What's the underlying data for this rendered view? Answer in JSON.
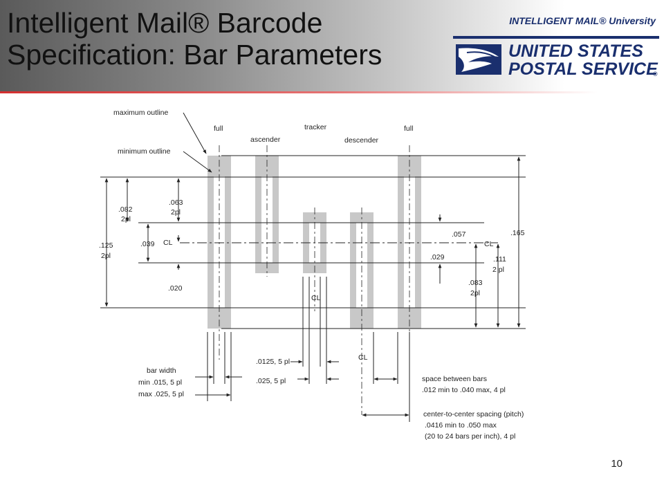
{
  "header": {
    "title_line1": "Intelligent Mail® Barcode",
    "title_line2": "Specification: Bar Parameters",
    "university": "INTELLIGENT MAIL® University"
  },
  "logo": {
    "line1": "UNITED STATES",
    "line2": "POSTAL SERVICE",
    "reg": "®",
    "brand_color": "#1a2f6e",
    "accent_color": "#e0e0e0"
  },
  "diagram": {
    "labels": {
      "max_outline": "maximum outline",
      "min_outline": "minimum outline",
      "full_left": "full",
      "ascender": "ascender",
      "tracker": "tracker",
      "descender": "descender",
      "full_right": "full",
      "d082": ".082",
      "d082_pl": "2pl",
      "d063": ".063",
      "d063_pl": "2pl",
      "d125": ".125",
      "d125_pl": "2pl",
      "d039": ".039",
      "d020": ".020",
      "cl": "CL",
      "d057": ".057",
      "d029": ".029",
      "d111": ".111",
      "d111_pl": "2 pl",
      "d165": ".165",
      "d083": ".083",
      "d083_pl": "2pl",
      "bar_width": "bar width",
      "bar_width_min": "min .015, 5 pl",
      "bar_width_max": "max .025, 5 pl",
      "d0125": ".0125, 5 pl",
      "d025": ".025, 5 pl",
      "space_between": "space between bars",
      "space_between_val": ".012 min to .040 max, 4 pl",
      "pitch": "center-to-center spacing (pitch)",
      "pitch_val": ".0416 min to .050 max",
      "pitch_note": "(20 to 24 bars per inch), 4 pl"
    }
  },
  "footer": {
    "page_number": "10"
  }
}
